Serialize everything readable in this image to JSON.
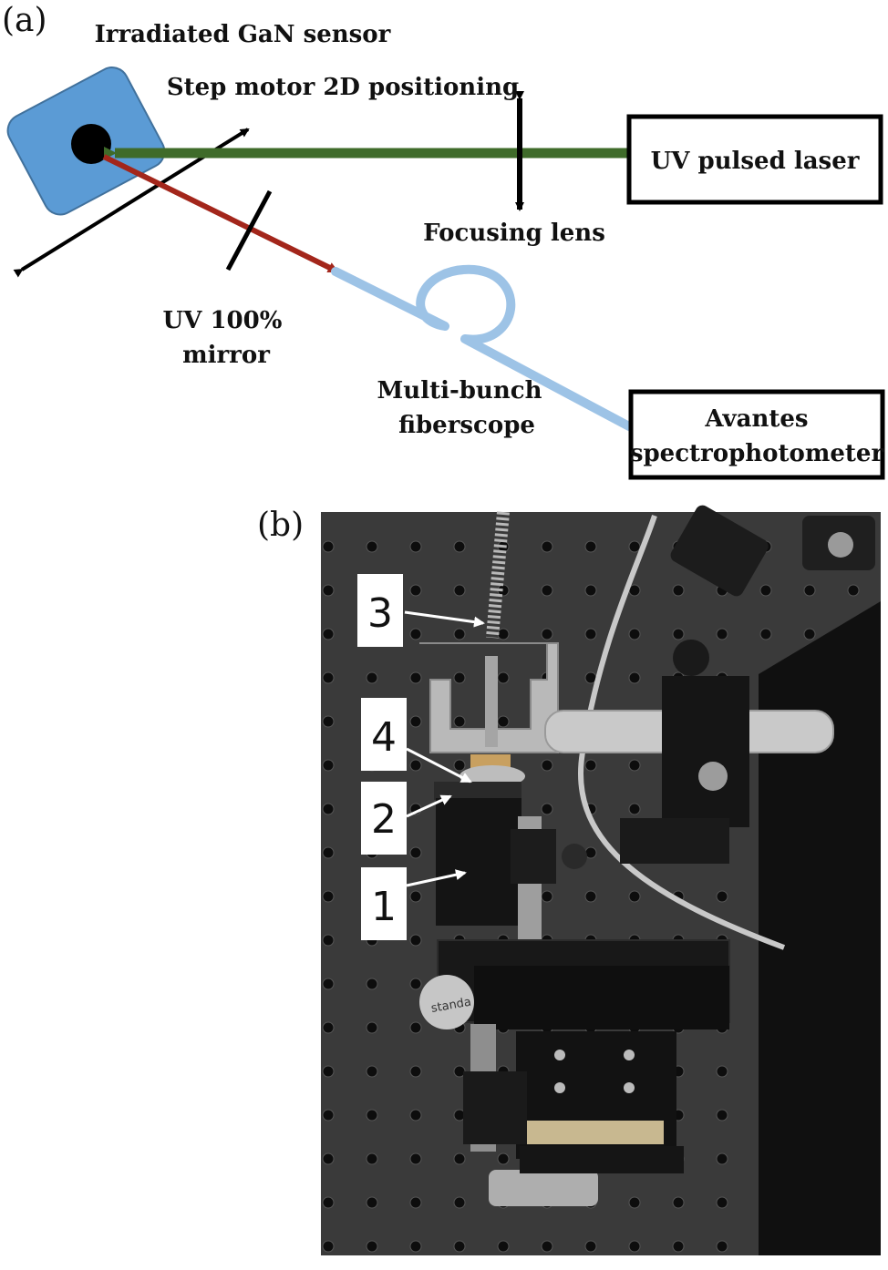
{
  "panel_a": {
    "panel_label": "(a)",
    "labels": {
      "sensor": "Irradiated GaN sensor",
      "step_motor": "Step motor 2D positioning",
      "laser": "UV pulsed laser",
      "lens": "Focusing lens",
      "mirror_line1": "UV 100%",
      "mirror_line2": "mirror",
      "fiber_line1": "Multi-bunch",
      "fiber_line2": "fiberscope",
      "spectro_line1": "Avantes",
      "spectro_line2": "spectrophotometer"
    },
    "colors": {
      "sensor_fill": "#5b9bd5",
      "laser_beam": "#3f6b2a",
      "reflected_beam": "#a3261b",
      "fiber": "#9dc3e6"
    }
  },
  "panel_b": {
    "panel_label": "(b)",
    "photo_callouts": [
      "3",
      "4",
      "2",
      "1"
    ],
    "stage_brand_text": "standa"
  }
}
